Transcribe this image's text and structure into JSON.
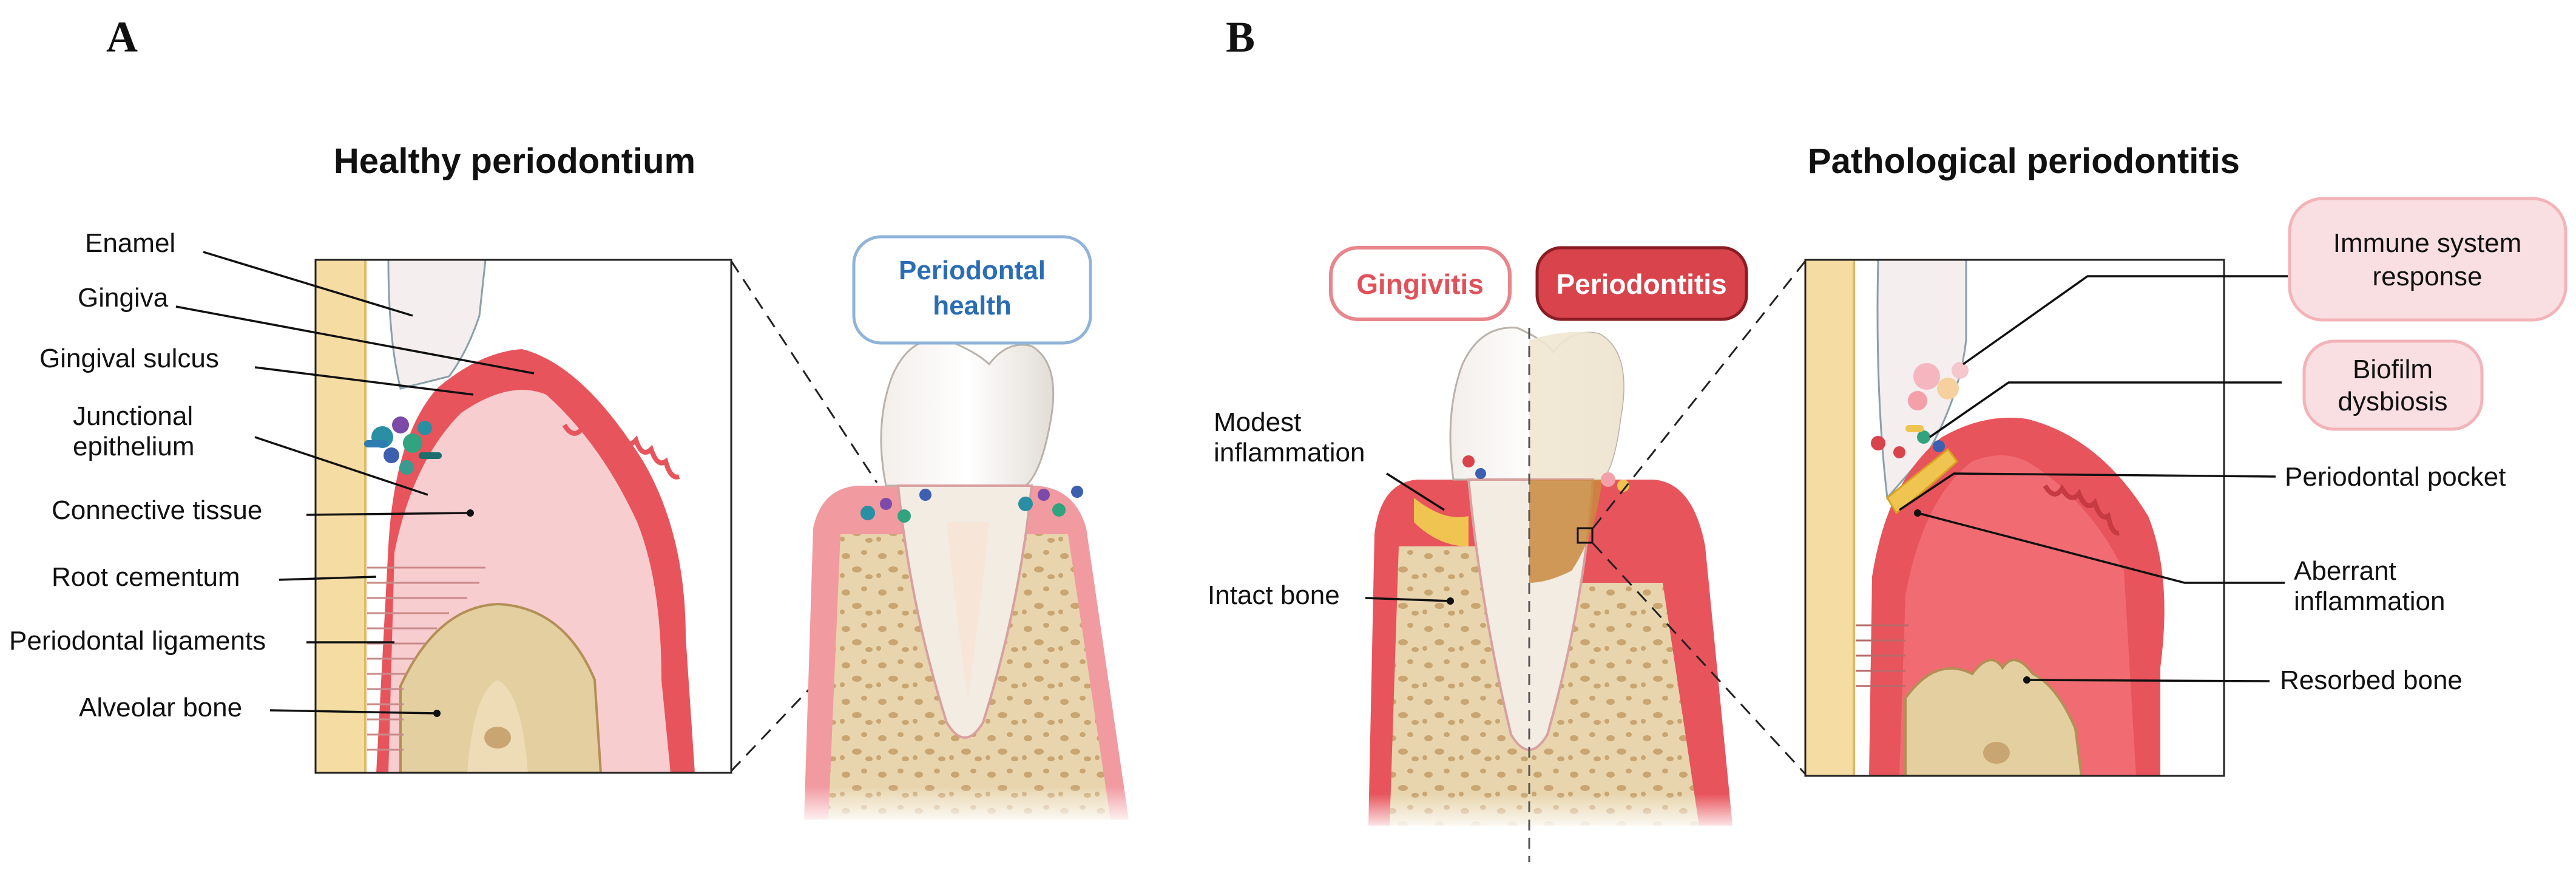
{
  "panel_a": {
    "letter": "A",
    "title": "Healthy periodontium",
    "badge": "Periodontal health",
    "labels": {
      "enamel": "Enamel",
      "gingiva": "Gingiva",
      "gingival_sulcus": "Gingival sulcus",
      "junctional_1": "Junctional",
      "junctional_2": "epithelium",
      "connective": "Connective tissue",
      "root_cementum": "Root cementum",
      "pdl": "Periodontal ligaments",
      "alveolar": "Alveolar bone"
    }
  },
  "panel_b": {
    "letter": "B",
    "title": "Pathological periodontitis",
    "badge_gingivitis": "Gingivitis",
    "badge_periodontitis": "Periodontitis",
    "badge_immune_1": "Immune system",
    "badge_immune_2": "response",
    "badge_biofilm_1": "Biofilm",
    "badge_biofilm_2": "dysbiosis",
    "labels": {
      "modest_1": "Modest",
      "modest_2": "inflammation",
      "intact_bone": "Intact bone",
      "pocket": "Periodontal pocket",
      "aberrant_1": "Aberrant",
      "aberrant_2": "inflammation",
      "resorbed": "Resorbed bone"
    }
  },
  "colors": {
    "gingiva": "#e8545c",
    "gingiva_light": "#f6b9bd",
    "connective": "#f8cdd0",
    "bone": "#e6d2a8",
    "bone_spot": "#c9a571",
    "enamel": "#f4f1ef",
    "cementum": "#f5dca2",
    "health_blue": "#2a6db5",
    "disease_red": "#d9444c",
    "badge_pink": "#f9dfe1"
  }
}
